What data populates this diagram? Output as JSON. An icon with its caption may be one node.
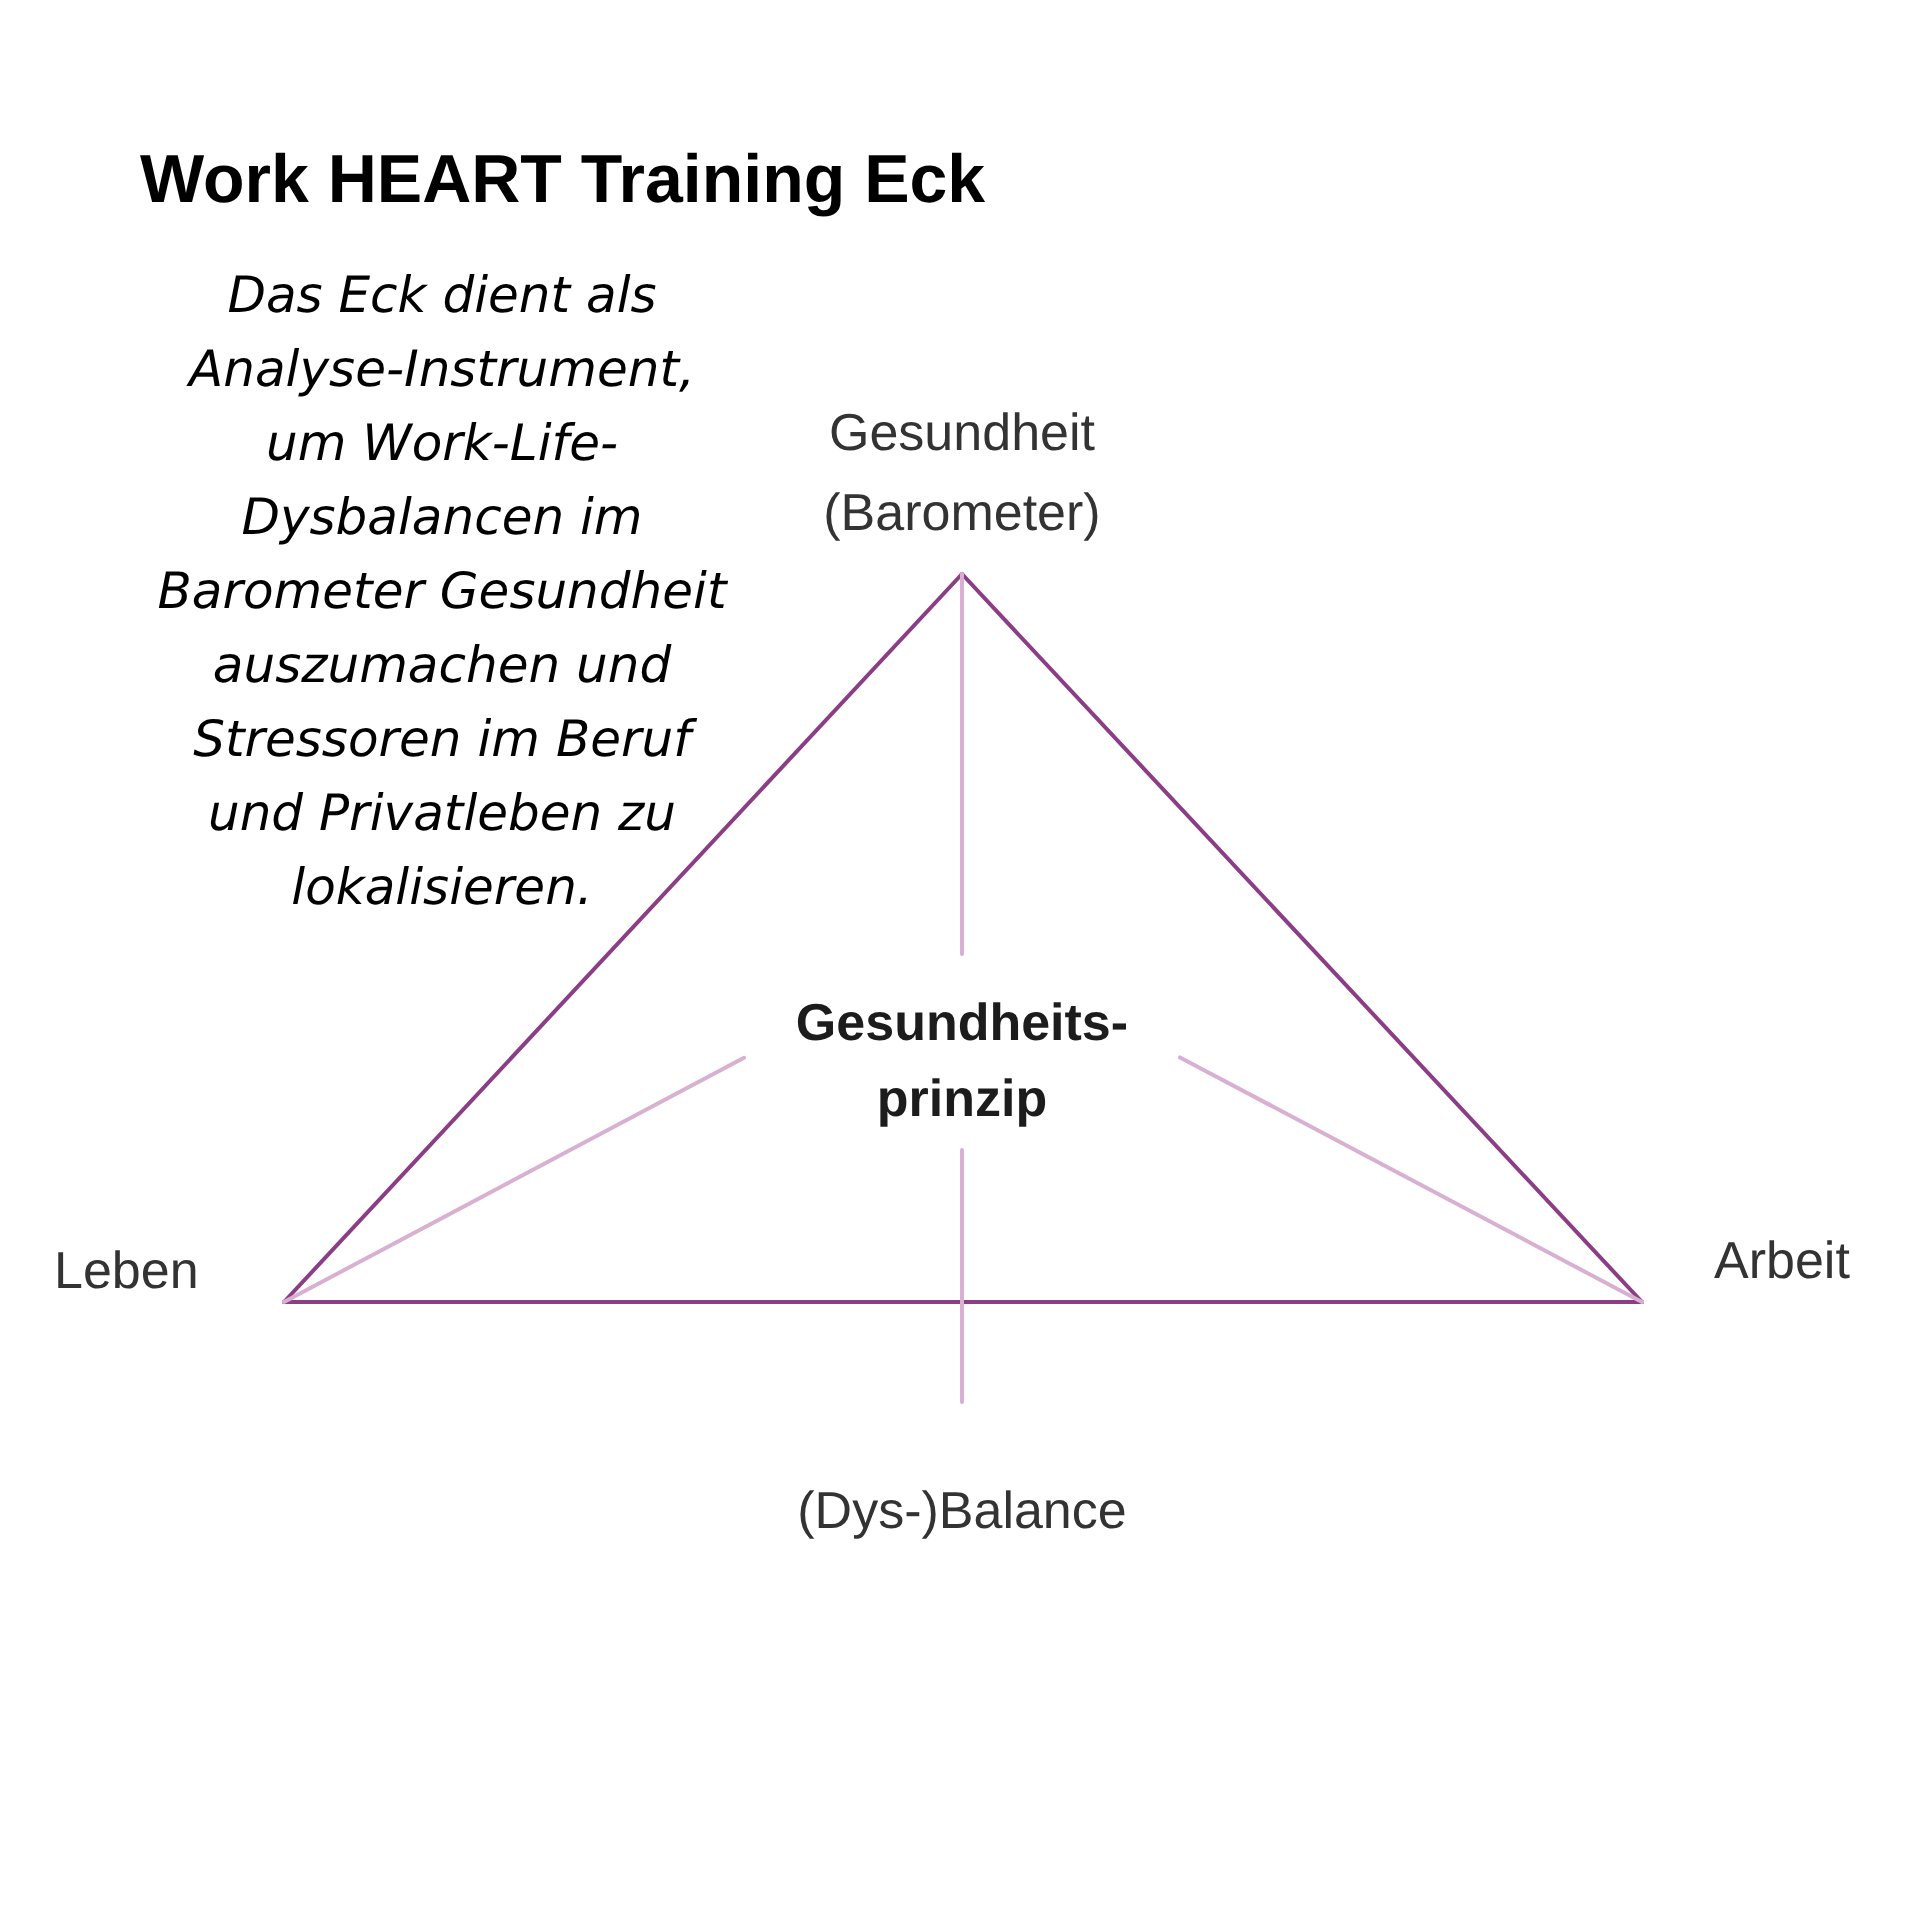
{
  "diagram": {
    "title": "Work HEART Training Eck",
    "nodes": [
      {
        "text": [
          "Gesundheit (Barometer)"
        ]
      },
      {
        "text": [
          "Leben"
        ]
      },
      {
        "text": [
          "Arbeit"
        ]
      },
      {
        "text": [
          "Gesundheits- prinzip"
        ]
      },
      {
        "text": [
          "(Dys-)Balance"
        ]
      }
    ],
    "edges": [
      {
        "from": 0,
        "to": 1,
        "arrow": "none",
        "color": "#8b3d85"
      },
      {
        "from": 0,
        "to": 2,
        "arrow": "none",
        "color": "#8b3d85"
      },
      {
        "from": 1,
        "to": 2,
        "arrow": "none",
        "color": "#8b3d85"
      },
      {
        "from": 0,
        "to": 3,
        "arrow": "none"
      },
      {
        "from": 1,
        "to": 3,
        "arrow": "none"
      },
      {
        "from": 2,
        "to": 3,
        "arrow": "none"
      },
      {
        "from": 3,
        "to": 4,
        "arrow": "none"
      }
    ],
    "labels": [
      "Das Eck dient als Analyse-Instrument, um Work-Life- Dysbalancen im Barometer Gesundheit auszumachen und Stressoren im Beruf und Privatleben zu lokalisieren."
    ]
  }
}
